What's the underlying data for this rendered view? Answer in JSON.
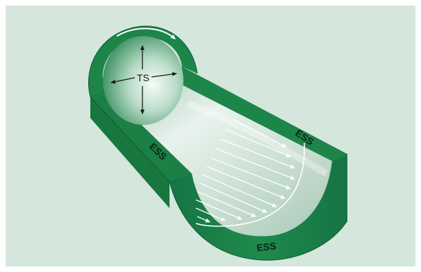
{
  "diagram": {
    "labels": {
      "ts": "TS",
      "ess_left": "ESS",
      "ess_right": "ESS",
      "ess_bottom": "ESS"
    },
    "colors": {
      "background": "#d5e6dd",
      "frame": "#ffffff",
      "wall_dark": "#15703d",
      "wall_mid": "#1f8a4c",
      "wall_light": "#3aa866",
      "wall_edge": "#0e5a30",
      "inner_surface_light": "#e8f1ec",
      "inner_surface_mid": "#b8d2c3",
      "arrow": "#ffffff",
      "ts_arrow": "#1a1a1a"
    },
    "icons": {
      "rotation": "curved-arrow-icon",
      "flow": "flow-arrow-icon",
      "stress": "double-arrow-icon"
    }
  }
}
